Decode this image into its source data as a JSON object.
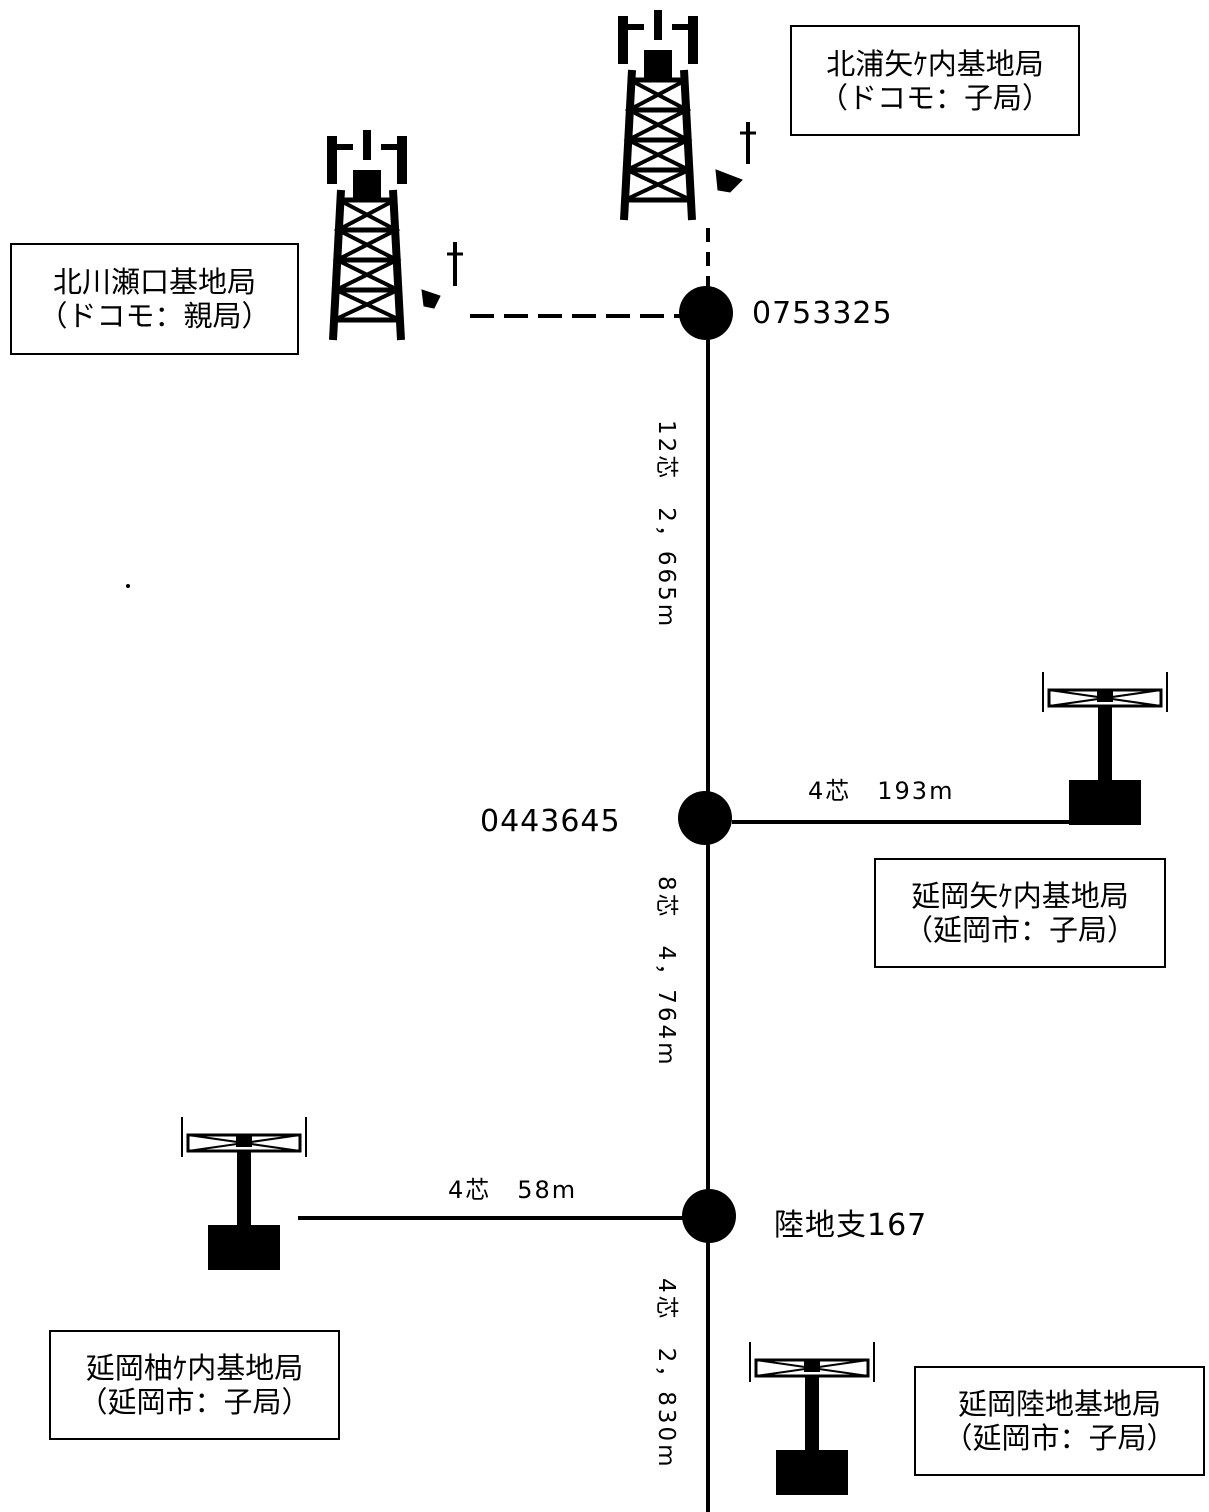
{
  "stations": {
    "kitakawa_seguchi": {
      "name": "北川瀬口基地局",
      "role": "（ドコモ：親局）"
    },
    "kitaura_yakauchi": {
      "name": "北浦矢ｹ内基地局",
      "role": "（ドコモ：子局）"
    },
    "nobeoka_yakauchi": {
      "name": "延岡矢ｹ内基地局",
      "role": "（延岡市：子局）"
    },
    "nobeoka_yukauchi": {
      "name": "延岡柚ｹ内基地局",
      "role": "（延岡市：子局）"
    },
    "nobeoka_rikuchi": {
      "name": "延岡陸地基地局",
      "role": "（延岡市：子局）"
    }
  },
  "nodes": {
    "top": "0753325",
    "mid": "0443645",
    "bottom": "陸地支167"
  },
  "segments": {
    "upper": "12芯　2，665m",
    "middle": "8芯　4，764m",
    "lower": "4芯　2，830m",
    "branch_right": "4芯　193m",
    "branch_left": "4芯　58m"
  },
  "icons": [
    "lattice-tower-icon",
    "antenna-mast-icon"
  ]
}
